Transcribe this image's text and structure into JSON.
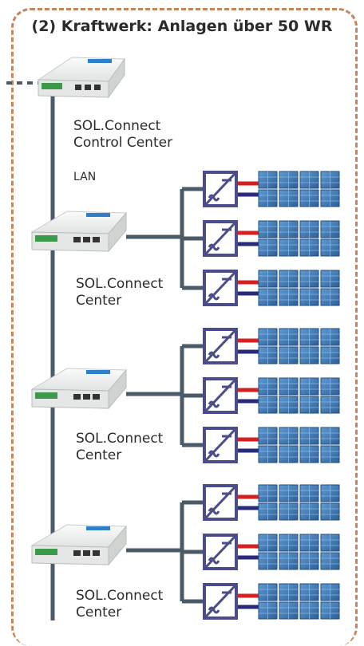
{
  "title": "(2) Kraftwerk: Anlagen über 50 WR",
  "control_center": {
    "label_line1": "SOL.Connect",
    "label_line2": "Control Center"
  },
  "lan_label": "LAN",
  "centers": [
    {
      "label_line1": "SOL.Connect",
      "label_line2": "Center",
      "inverters": 3
    },
    {
      "label_line1": "SOL.Connect",
      "label_line2": "Center",
      "inverters": 3
    },
    {
      "label_line1": "SOL.Connect",
      "label_line2": "Center",
      "inverters": 3
    }
  ],
  "colors": {
    "frame": "#c9855a",
    "bus_line": "#4a5a66",
    "inverter_border": "#4b4d8a",
    "dc_red": "#d42020",
    "dc_blue": "#2a2a7a",
    "panel": "#3f78b3",
    "device_body": "#eef0ef",
    "device_accent": "#2f80c8"
  }
}
